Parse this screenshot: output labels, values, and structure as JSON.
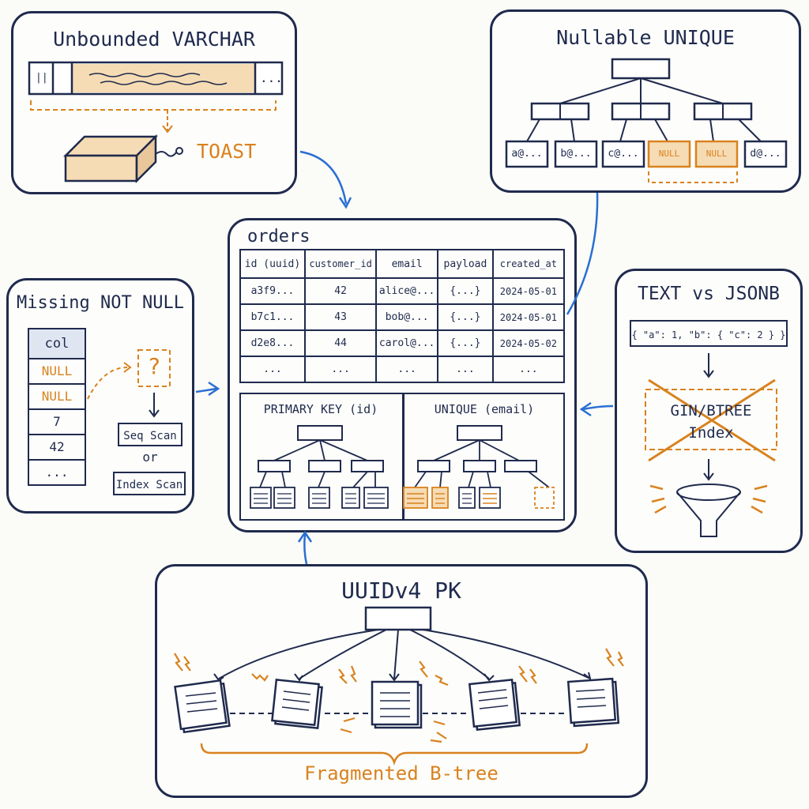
{
  "varchar_panel": {
    "title": "Unbounded VARCHAR",
    "toast_label": "TOAST",
    "cell_left": "||",
    "cell_right": "..."
  },
  "unique_panel": {
    "title": "Nullable UNIQUE",
    "leaves": [
      "a@...",
      "b@...",
      "c@...",
      "NULL",
      "NULL",
      "d@..."
    ]
  },
  "orders_panel": {
    "table_name": "orders",
    "columns": [
      "id (uuid)",
      "customer_id",
      "email",
      "payload",
      "created_at"
    ],
    "rows": [
      [
        "a3f9...",
        "42",
        "alice@...",
        "{...}",
        "2024-05-01"
      ],
      [
        "b7c1...",
        "43",
        "bob@...",
        "{...}",
        "2024-05-01"
      ],
      [
        "d2e8...",
        "44",
        "carol@...",
        "{...}",
        "2024-05-02"
      ],
      [
        "...",
        "...",
        "...",
        "...",
        "..."
      ]
    ],
    "pk_index_label": "PRIMARY KEY (id)",
    "unique_index_label": "UNIQUE (email)"
  },
  "notnull_panel": {
    "title": "Missing NOT NULL",
    "col_header": "col",
    "values": [
      "NULL",
      "NULL",
      "7",
      "42",
      "..."
    ],
    "question": "?",
    "seq_scan": "Seq Scan",
    "or_label": "or",
    "index_scan": "Index Scan"
  },
  "jsonb_panel": {
    "title": "TEXT vs JSONB",
    "json_sample": "{ \"a\": 1, \"b\": { \"c\": 2 } }",
    "index_line1": "GIN/BTREE",
    "index_line2": "Index"
  },
  "uuid_panel": {
    "title": "UUIDv4 PK",
    "footer": "Fragmented B-tree"
  },
  "colors": {
    "ink": "#1f2a4d",
    "accent": "#d9821f",
    "accent_fill": "#f6dcb4",
    "arrow": "#2a6fd1",
    "header_fill": "#dfe6f2"
  }
}
